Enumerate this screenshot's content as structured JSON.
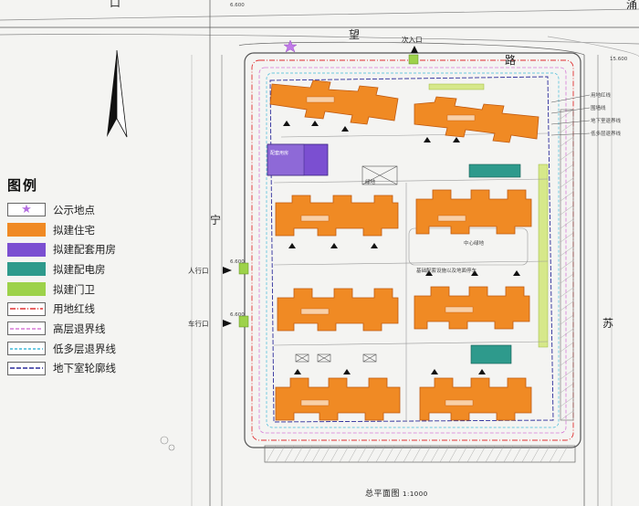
{
  "legend": {
    "title": "图例",
    "items": [
      {
        "label": "公示地点",
        "kind": "star",
        "color": "#b46ee0"
      },
      {
        "label": "拟建住宅",
        "kind": "fill",
        "color": "#f08a24"
      },
      {
        "label": "拟建配套用房",
        "kind": "fill",
        "color": "#7b4fd1"
      },
      {
        "label": "拟建配电房",
        "kind": "fill",
        "color": "#2e9a8c"
      },
      {
        "label": "拟建门卫",
        "kind": "fill",
        "color": "#9dd24a"
      },
      {
        "label": "用地红线",
        "kind": "line",
        "color": "#e03030",
        "dash": "6,2,1,2"
      },
      {
        "label": "高层退界线",
        "kind": "line",
        "color": "#d67ad6",
        "dash": "4,2"
      },
      {
        "label": "低多层退界线",
        "kind": "line",
        "color": "#40b8d8",
        "dash": "3,2"
      },
      {
        "label": "地下室轮廓线",
        "kind": "line",
        "color": "#2a2a9a",
        "dash": "5,2"
      }
    ]
  },
  "roads": {
    "north": [
      "望",
      "路"
    ],
    "west": "宁",
    "east": "苏",
    "partial_top_left": "口",
    "partial_top_right": "涌"
  },
  "entrances": {
    "secondary": "次入口",
    "pedestrian": "人行口",
    "vehicle": "车行口"
  },
  "elevations": {
    "top": "6.600",
    "top_right": "15.600",
    "ped": "6.600",
    "veh": "6.600"
  },
  "annotations": {
    "green_zone": "绿地",
    "center_square": "中心绿地",
    "center_note": "基础配套设施以及地面停车",
    "purple_note": "配套用房",
    "right_notes": [
      "用地红线",
      "围墙线",
      "地下室退界线",
      "低多层退界线"
    ]
  },
  "sheet": {
    "title": "总平面图",
    "scale": "1:1000"
  },
  "colors": {
    "residential": "#f08a24",
    "residential_stroke": "#c05a10",
    "amenity": "#7b4fd1",
    "substation": "#2e9a8c",
    "gate": "#9dd24a",
    "redline": "#e03030",
    "highrise": "#d67ad6",
    "lowrise": "#40b8d8",
    "basement": "#2a2a9a"
  }
}
